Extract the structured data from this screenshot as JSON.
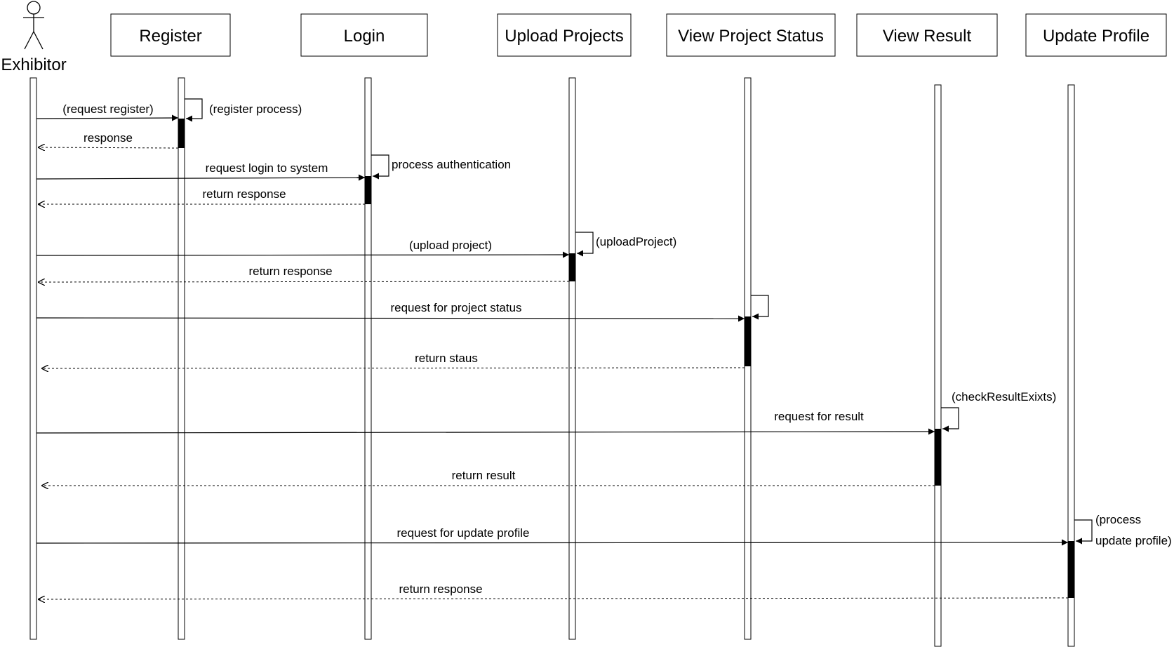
{
  "actor": {
    "label": "Exhibitor"
  },
  "participants": [
    {
      "id": "register",
      "label": "Register"
    },
    {
      "id": "login",
      "label": "Login"
    },
    {
      "id": "upload",
      "label": "Upload Projects"
    },
    {
      "id": "status",
      "label": "View Project Status"
    },
    {
      "id": "result",
      "label": "View Result"
    },
    {
      "id": "profile",
      "label": "Update Profile"
    }
  ],
  "self_calls": [
    {
      "participant": "register",
      "lines": [
        "(register process)"
      ]
    },
    {
      "participant": "login",
      "lines": [
        "process authentication"
      ]
    },
    {
      "participant": "upload",
      "lines": [
        "(uploadProject)"
      ]
    },
    {
      "participant": "status",
      "lines": []
    },
    {
      "participant": "result",
      "lines": [
        "(checkResultExixts)"
      ]
    },
    {
      "participant": "profile",
      "lines": [
        "(process",
        "update profile)"
      ]
    }
  ],
  "messages": [
    {
      "from": "exhibitor",
      "to": "register",
      "kind": "request",
      "label": "(request register)"
    },
    {
      "from": "register",
      "to": "exhibitor",
      "kind": "return",
      "label": "response"
    },
    {
      "from": "exhibitor",
      "to": "login",
      "kind": "request",
      "label": "request login to system"
    },
    {
      "from": "login",
      "to": "exhibitor",
      "kind": "return",
      "label": "return response"
    },
    {
      "from": "exhibitor",
      "to": "upload",
      "kind": "request",
      "label": "(upload project)"
    },
    {
      "from": "upload",
      "to": "exhibitor",
      "kind": "return",
      "label": "return response"
    },
    {
      "from": "exhibitor",
      "to": "status",
      "kind": "request",
      "label": "request for project status"
    },
    {
      "from": "status",
      "to": "exhibitor",
      "kind": "return",
      "label": "return staus"
    },
    {
      "from": "exhibitor",
      "to": "result",
      "kind": "request",
      "label": "request for result"
    },
    {
      "from": "result",
      "to": "exhibitor",
      "kind": "return",
      "label": "return result"
    },
    {
      "from": "exhibitor",
      "to": "profile",
      "kind": "request",
      "label": "request for update profile"
    },
    {
      "from": "profile",
      "to": "exhibitor",
      "kind": "return",
      "label": "return response"
    }
  ]
}
